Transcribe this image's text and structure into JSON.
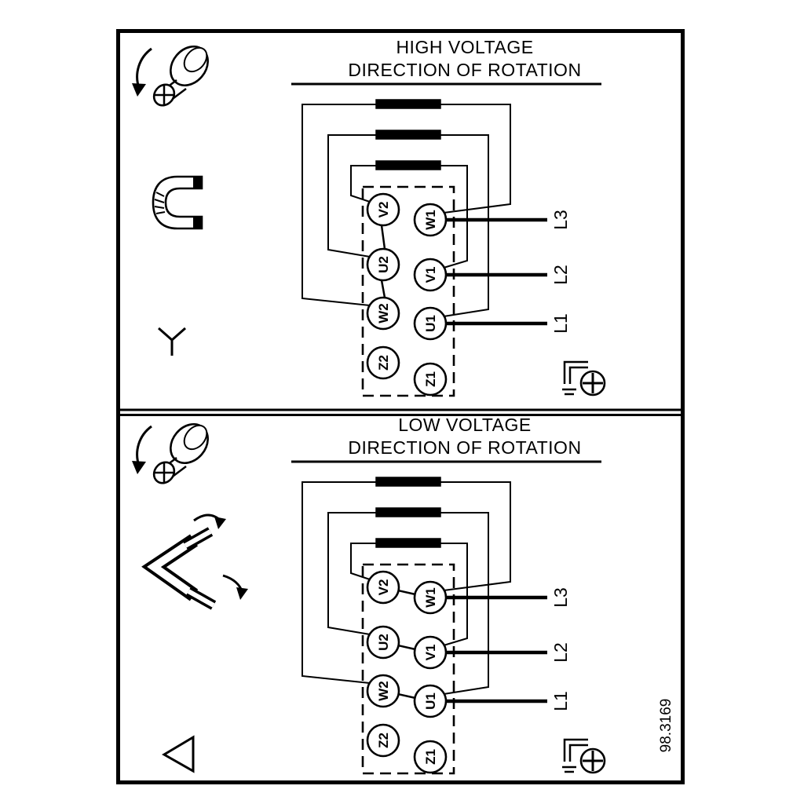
{
  "diagram": {
    "figure_number": "98.3169",
    "panels": [
      {
        "title_line1": "HIGH VOLTAGE",
        "title_line2": "DIRECTION OF ROTATION",
        "connection": "star"
      },
      {
        "title_line1": "LOW VOLTAGE",
        "title_line2": "DIRECTION OF ROTATION",
        "connection": "delta"
      }
    ],
    "terminal_block": {
      "left_terminals": [
        "V2",
        "U2",
        "W2",
        "Z2"
      ],
      "right_terminals": [
        "W1",
        "V1",
        "U1",
        "Z1"
      ]
    },
    "supply_lines": [
      "L3",
      "L2",
      "L1"
    ],
    "icons": {
      "screw": "screw-rotation-icon",
      "bridge": "terminal-link-icon",
      "jumpers": "terminal-links-move-icon",
      "star": "star-connection-symbol",
      "delta": "delta-connection-symbol",
      "ground": "ground-screw-icon"
    },
    "colors": {
      "ink": "#000000",
      "background": "#ffffff"
    }
  }
}
